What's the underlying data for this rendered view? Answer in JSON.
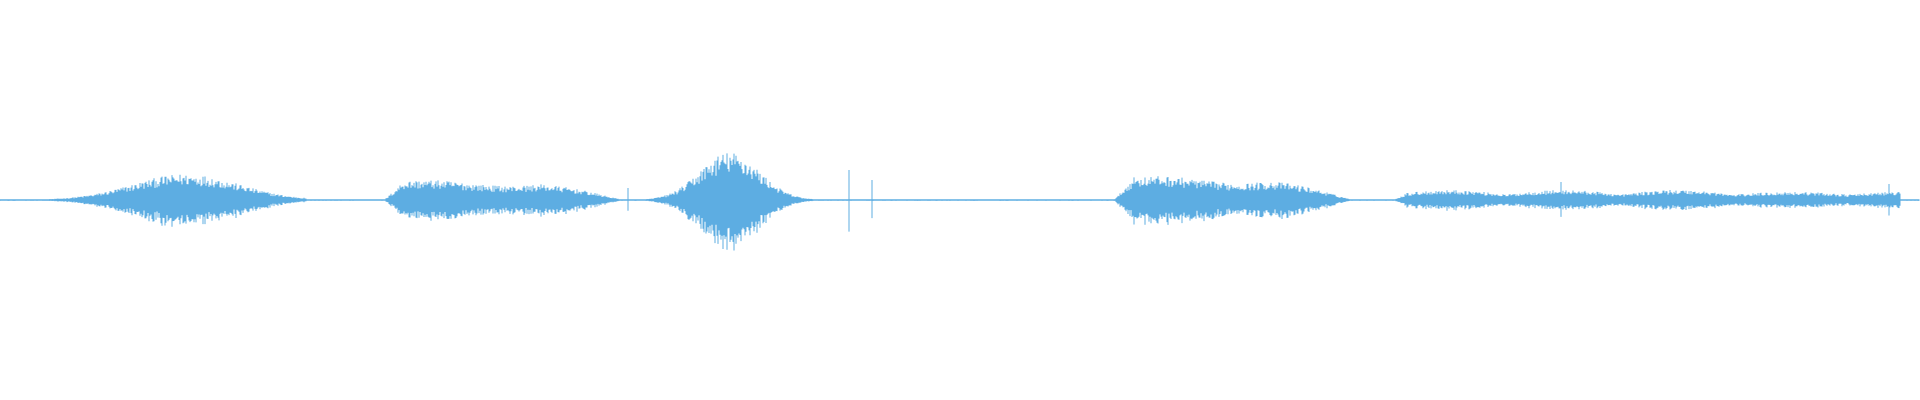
{
  "waveform": {
    "color": "#5dade2",
    "segments": [
      {
        "start": 0.02,
        "end": 0.16,
        "peak": 0.13,
        "shape": "swell"
      },
      {
        "start": 0.2,
        "end": 0.325,
        "peak": 0.1,
        "shape": "plateau"
      },
      {
        "start": 0.325,
        "end": 0.425,
        "peak": 0.24,
        "shape": "burst"
      },
      {
        "start": 0.58,
        "end": 0.705,
        "peak": 0.12,
        "shape": "plateau"
      },
      {
        "start": 0.725,
        "end": 0.99,
        "peak": 0.05,
        "shape": "bumpy"
      }
    ],
    "spikes": [
      {
        "pos": 0.442,
        "amp": 0.15
      },
      {
        "pos": 0.454,
        "amp": 0.1
      },
      {
        "pos": 0.327,
        "amp": 0.06
      },
      {
        "pos": 0.813,
        "amp": 0.09
      },
      {
        "pos": 0.87,
        "amp": 0.05
      },
      {
        "pos": 0.984,
        "amp": 0.08
      }
    ]
  }
}
